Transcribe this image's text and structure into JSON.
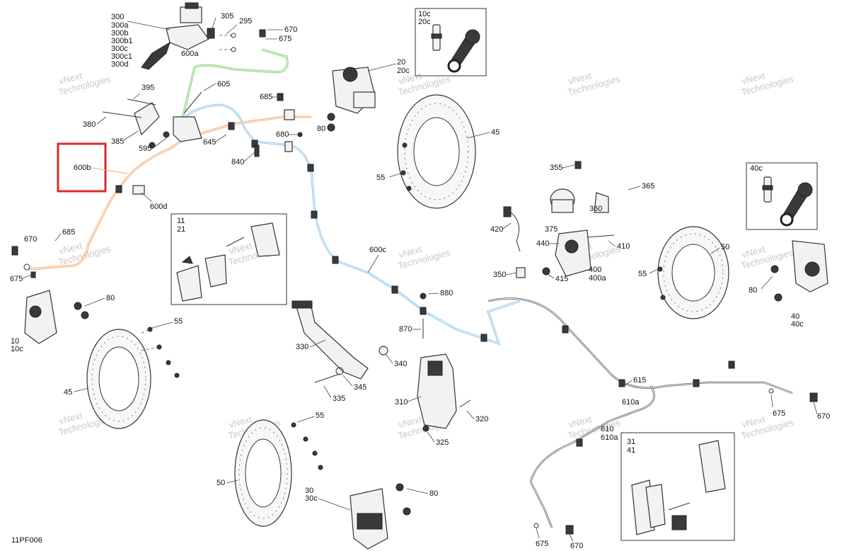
{
  "diagram_id": "11PF006",
  "watermark": [
    "vNext",
    "Technologies"
  ],
  "highlight_label": "600b",
  "highlight_color": "#d92b2b",
  "line_colors": {
    "orange": "#f5a86a",
    "green": "#7ccf6a",
    "blue": "#8cc4ea"
  },
  "labels": {
    "l300": "300",
    "l300a": "300a",
    "l300b": "300b",
    "l300b1": "300b1",
    "l300c": "300c",
    "l300c1": "300c1",
    "l300d": "300d",
    "l305": "305",
    "l295": "295",
    "l670a": "670",
    "l675a": "675",
    "l600a": "600a",
    "l605": "605",
    "l395": "395",
    "l380": "380",
    "l385": "385",
    "l595": "595",
    "l685a": "685",
    "l680": "680",
    "l645": "645",
    "l840": "840",
    "l600d": "600d",
    "l20": "20",
    "l20c": "20c",
    "l10c": "10c",
    "l20c_b": "20c",
    "l45a": "45",
    "l55a": "55",
    "l670b": "670",
    "l685b": "685",
    "l675b": "675",
    "l11": "11",
    "l21": "21",
    "l600c": "600c",
    "l880": "880",
    "l870": "870",
    "l10": "10",
    "l10c_b": "10c",
    "l80a": "80",
    "l55b": "55",
    "l45b": "45",
    "l330": "330",
    "l340": "340",
    "l345": "345",
    "l335": "335",
    "l310": "310",
    "l320": "320",
    "l325": "325",
    "l55c": "55",
    "l50a": "50",
    "l30": "30",
    "l30c": "30c",
    "l80b": "80",
    "l355": "355",
    "l365": "365",
    "l360": "360",
    "l420": "420",
    "l375": "375",
    "l440": "440",
    "l410": "410",
    "l350": "350",
    "l415": "415",
    "l400": "400",
    "l400a": "400a",
    "l40c": "40c",
    "l50b": "50",
    "l55d": "55",
    "l80c": "80",
    "l40": "40",
    "l40c_b": "40c",
    "l615": "615",
    "l610a": "610a",
    "l610": "610",
    "l610a_b": "610a",
    "l675c": "675",
    "l670c": "670",
    "l31": "31",
    "l41": "41",
    "l675d": "675",
    "l670d": "670"
  }
}
